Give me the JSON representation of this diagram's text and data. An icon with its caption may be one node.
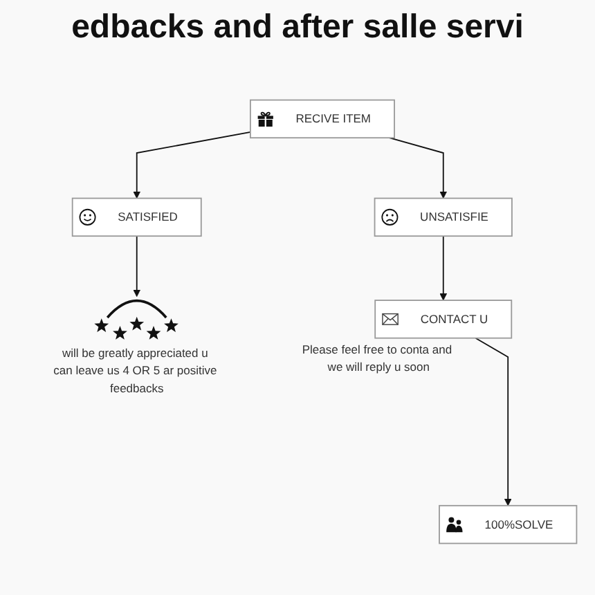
{
  "diagram": {
    "title": "edbacks and after salle servi",
    "nodes": [
      {
        "text": [
          "RECIVE ITEM"
        ]
      },
      {
        "text": [
          "UNSATISFIE"
        ]
      },
      {
        "text": [
          "SATISFIED"
        ]
      },
      {
        "text": [
          "CONTACT U"
        ],
        "beside": [
          "Please feel free to conta and we will reply u soon"
        ]
      },
      {
        "text": [],
        "shape": "picture",
        "beside": [
          "will be greatly appreciated u can leave us 4 OR 5 ar positive feedbacks"
        ]
      },
      {
        "text": [
          "100%SOLVE"
        ]
      }
    ],
    "edges": [
      {
        "from": 0,
        "to": 1,
        "arrow": "to"
      },
      {
        "from": 0,
        "to": 2,
        "arrow": "to"
      },
      {
        "from": 1,
        "to": 3,
        "arrow": "to"
      },
      {
        "from": 2,
        "to": 4,
        "arrow": "to"
      },
      {
        "from": 3,
        "to": 5,
        "arrow": "to"
      }
    ]
  }
}
